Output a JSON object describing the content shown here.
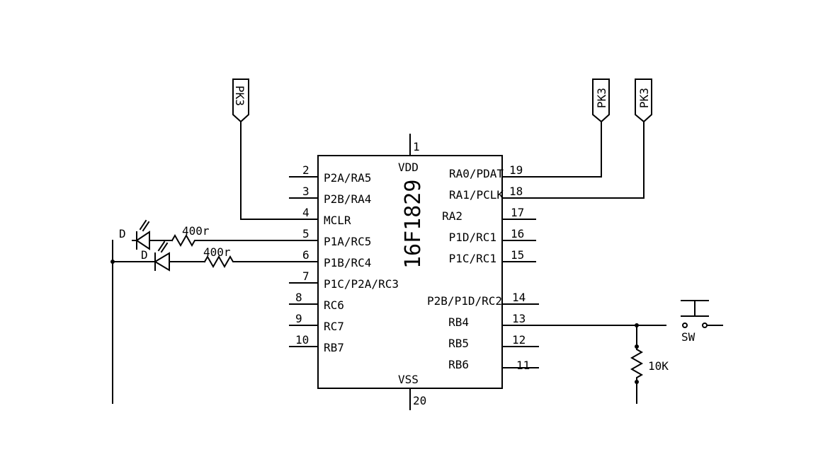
{
  "chip": {
    "part": "16F1829",
    "vdd_label": "VDD",
    "vss_label": "VSS",
    "vdd_pin": "1",
    "vss_pin": "20",
    "left_pins": [
      {
        "num": "2",
        "name": "P2A/RA5"
      },
      {
        "num": "3",
        "name": "P2B/RA4"
      },
      {
        "num": "4",
        "name": "MCLR"
      },
      {
        "num": "5",
        "name": "P1A/RC5"
      },
      {
        "num": "6",
        "name": "P1B/RC4"
      },
      {
        "num": "7",
        "name": "P1C/P2A/RC3"
      },
      {
        "num": "8",
        "name": "RC6"
      },
      {
        "num": "9",
        "name": "RC7"
      },
      {
        "num": "10",
        "name": "RB7"
      }
    ],
    "right_pins": [
      {
        "num": "19",
        "name": "RA0/PDAT"
      },
      {
        "num": "18",
        "name": "RA1/PCLK"
      },
      {
        "num": "17",
        "name": "RA2"
      },
      {
        "num": "16",
        "name": "P1D/RC1"
      },
      {
        "num": "15",
        "name": "P1C/RC1"
      },
      {
        "num": "14",
        "name": "P2B/P1D/RC2"
      },
      {
        "num": "13",
        "name": "RB4"
      },
      {
        "num": "12",
        "name": "RB5"
      },
      {
        "num": "11",
        "name": "RB6"
      }
    ]
  },
  "connectors": [
    "PK3",
    "PK3",
    "PK3"
  ],
  "leds": [
    {
      "label": "D",
      "resistor": "400r"
    },
    {
      "label": "D",
      "resistor": "400r"
    }
  ],
  "switch": {
    "label": "SW"
  },
  "pulldown": {
    "label": "10K"
  }
}
